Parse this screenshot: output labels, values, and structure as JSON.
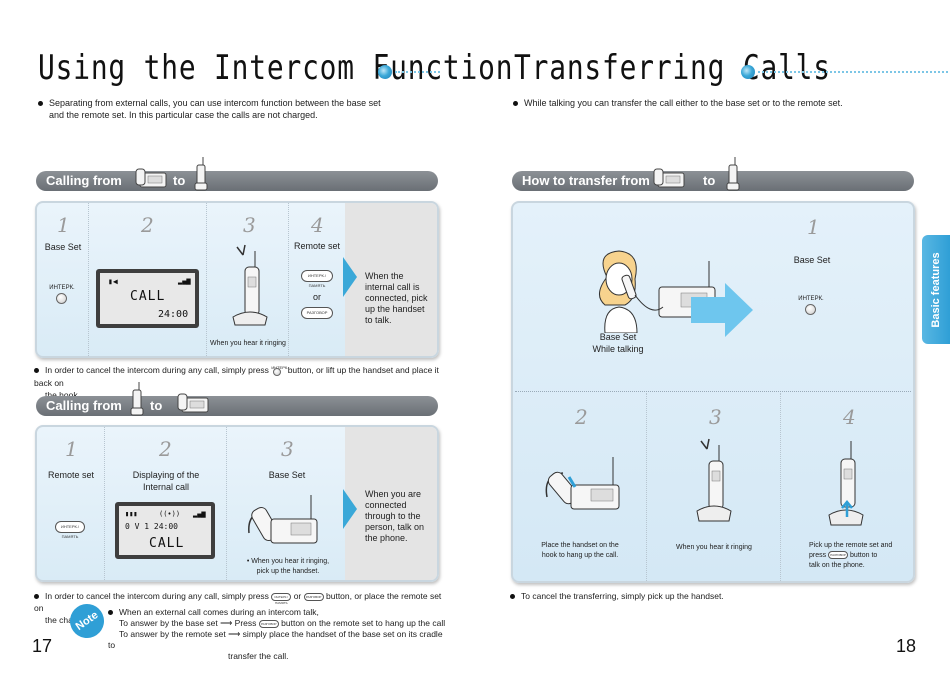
{
  "left": {
    "title": "Using the Intercom Function",
    "intro_line1": "Separating from external calls, you can use intercom function between the base set",
    "intro_line2": "and the remote set.  In this particular case the calls are not charged.",
    "section1": {
      "label_from": "Calling from",
      "label_to": "to",
      "steps": [
        {
          "num": "1",
          "label": "Base Set",
          "button": "ИНТЕРК."
        },
        {
          "num": "2",
          "lcd_line1": "CALL",
          "lcd_line2": "24:00"
        },
        {
          "num": "3",
          "caption": "When you hear it ringing"
        },
        {
          "num": "4",
          "label": "Remote set",
          "btn_a": "ИНТЕРК./ПАМЯТЬ",
          "or": "or",
          "btn_b": "РАЗГОВОР"
        }
      ],
      "result_text": "When the internal call is connected, pick up the handset to talk."
    },
    "cancel1_a": "In order to cancel the intercom during any call, simply press",
    "cancel1_btn": "ИНТЕРК.",
    "cancel1_b": "button, or lift up the handset and place it back on",
    "cancel1_c": "the hook.",
    "section2": {
      "label_from": "Calling from",
      "label_to": "to",
      "steps": [
        {
          "num": "1",
          "label": "Remote set",
          "button": "ИНТЕРК./ПАМЯТЬ"
        },
        {
          "num": "2",
          "label_line1": "Displaying of the",
          "label_line2": "Internal call",
          "lcd_line1": "0 V  1     24:00",
          "lcd_line2": "CALL"
        },
        {
          "num": "3",
          "label": "Base Set",
          "caption_line1": "• When you hear it ringing,",
          "caption_line2": "pick up the handset."
        }
      ],
      "result_text": "When you are connected through to the person, talk on the phone."
    },
    "cancel2_a": "In order to cancel the intercom during any call, simply press",
    "cancel2_btn_a": "ИНТЕРК./ПАМЯТЬ",
    "cancel2_or": "or",
    "cancel2_btn_b": "РАЗГОВОР",
    "cancel2_b": "button, or place the remote set on",
    "cancel2_c": "the charger.",
    "note_badge": "Note",
    "note_line1": "When an external call comes during an intercom talk,",
    "note_line2a": "To answer by the base set ⟶ Press",
    "note_line2_btn": "РАЗГОВОР",
    "note_line2b": "button on the remote set to hang up the call",
    "note_line3": "To answer by the remote set ⟶ simply place the handset of the base set on its cradle to",
    "note_line4": "transfer the call.",
    "page_number": "17"
  },
  "right": {
    "title": "Transferring Calls",
    "intro": "While talking you can transfer the call either to the base set or to the remote set.",
    "section": {
      "label_from": "How to transfer from",
      "label_to": "to",
      "step1": {
        "num": "1",
        "label": "Base Set",
        "button": "ИНТЕРК."
      },
      "talking_line1": "Base Set",
      "talking_line2": "While talking",
      "step2": {
        "num": "2",
        "caption_line1": "Place the handset on the",
        "caption_line2": "hook to hang up the call."
      },
      "step3": {
        "num": "3",
        "caption": "When you hear it ringing"
      },
      "step4": {
        "num": "4",
        "caption_line1": "Pick up the remote set and",
        "caption_line2a": "press",
        "caption_btn": "РАЗГОВОР",
        "caption_line2b": "button to",
        "caption_line3": "talk on the phone."
      }
    },
    "cancel": "To cancel the transferring, simply pick up the handset.",
    "side_tab": "Basic features",
    "page_number": "18"
  },
  "colors": {
    "accent": "#2f9fd6",
    "bar": "#7a7f85",
    "panel_bg": "#e2eff8"
  }
}
